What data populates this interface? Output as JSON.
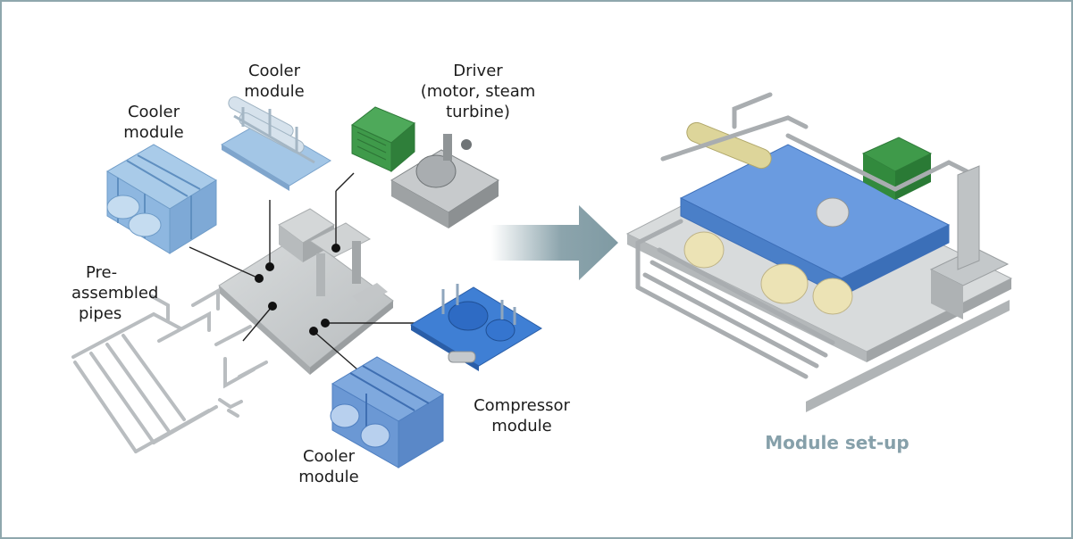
{
  "labels": {
    "cooler_module_top_left": [
      "Cooler",
      "module"
    ],
    "cooler_module_top": [
      "Cooler",
      "module"
    ],
    "driver": [
      "Driver",
      "(motor, steam",
      "turbine)"
    ],
    "pre_assembled_pipes": [
      "Pre-",
      "assembled",
      "pipes"
    ],
    "compressor_module": [
      "Compressor",
      "module"
    ],
    "cooler_module_bottom": [
      "Cooler",
      "module"
    ]
  },
  "caption": "Module set-up",
  "colors": {
    "frame": "#8fa7ad",
    "module_blue": "#4a86d6",
    "light_blue": "#9ec3e6",
    "driver_green": "#3f9a4a",
    "concrete": "#c9cccd",
    "arrow": "#7f9aa3",
    "caption": "#86a0aa"
  }
}
